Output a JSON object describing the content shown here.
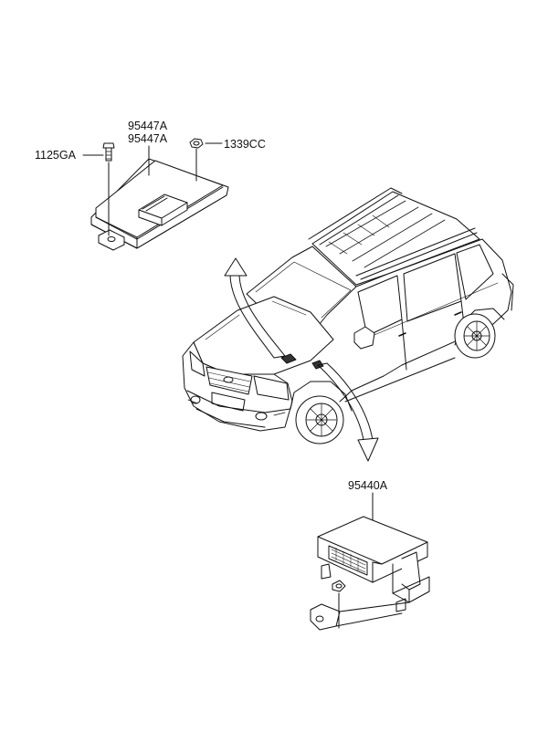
{
  "parts": {
    "module_upper_part_1": "95447A",
    "module_upper_part_2": "95447A",
    "bolt": "1125GA",
    "nut": "1339CC",
    "module_lower": "95440A"
  },
  "colors": {
    "line": "#111111",
    "background": "#ffffff"
  }
}
